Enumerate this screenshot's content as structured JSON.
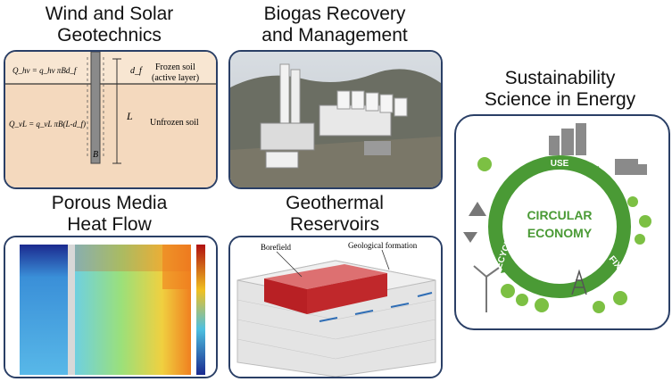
{
  "titles": {
    "wind_solar": [
      "Wind and Solar",
      "Geotechnics"
    ],
    "biogas": [
      "Biogas Recovery",
      "and Management"
    ],
    "sustainability": [
      "Sustainability",
      "Science in Energy"
    ],
    "porous": [
      "Porous Media",
      "Heat Flow"
    ],
    "geothermal": [
      "Geothermal",
      "Reservoirs"
    ]
  },
  "geotech_panel": {
    "frozen_label": "Frozen soil",
    "active_label": "(active layer)",
    "unfrozen_label": "Unfrozen soil",
    "eq_top": "Q_hv = q_hv πBd_f",
    "eq_bottom": "Q_vL = q_vL πB(L-d_f)",
    "d_label": "d_f",
    "L_label": "L",
    "B_label": "B"
  },
  "geothermal_panel": {
    "borefield_label": "Borefield",
    "formation_label": "Geological formation"
  },
  "circular_panel": {
    "center_line1": "CIRCULAR",
    "center_line2": "ECONOMY",
    "use_label": "USE",
    "fix_label": "FIX",
    "recycle_label": "RECYCLE"
  },
  "colors": {
    "panel_border": "#2a3f66",
    "soil_fill": "#f4d9be",
    "ring_green": "#4a9a35",
    "reservoir_red": "#c0282b"
  }
}
